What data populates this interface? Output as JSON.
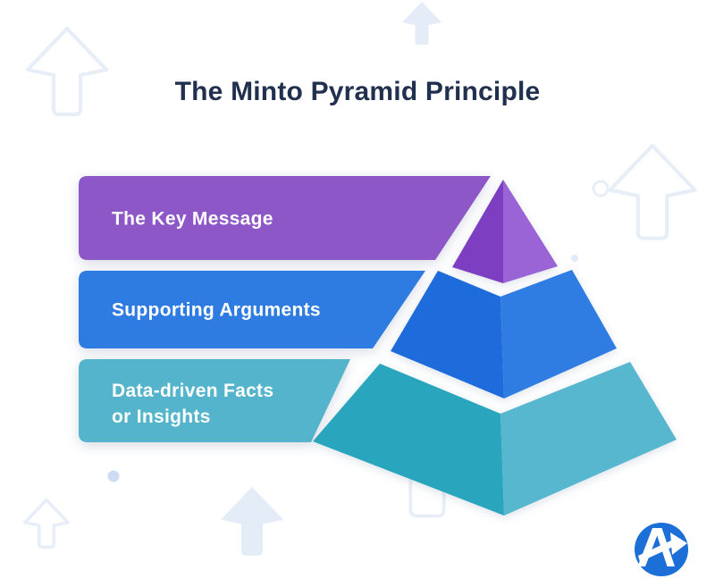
{
  "title": "The Minto Pyramid Principle",
  "pyramid": {
    "levels": [
      {
        "label": "The Key Message",
        "bar_color": "#8e57c8",
        "face_left_color": "#7d3ec2",
        "face_right_color": "#9a63d6"
      },
      {
        "label": "Supporting Arguments",
        "bar_color": "#2e7ce1",
        "face_left_color": "#1e6cdc",
        "face_right_color": "#2f7de2"
      },
      {
        "label_lines": [
          "Data-driven Facts",
          "or Insights"
        ],
        "bar_color": "#54b4cc",
        "face_left_color": "#29a5be",
        "face_right_color": "#56b7ce"
      }
    ]
  },
  "branding": {
    "logo_icon": "arrow-a-logo",
    "logo_color": "#1b6fd7",
    "logo_glyph_color": "#ffffff"
  },
  "decorations": {
    "watermark_icon": "up-arrow-watermark",
    "outline_color": "#e8eef7",
    "fill_color": "#e4ecf8",
    "dot_color": "#cddcf2",
    "title_color": "#223050",
    "label_color": "#ffffff",
    "background_color": "#ffffff"
  }
}
